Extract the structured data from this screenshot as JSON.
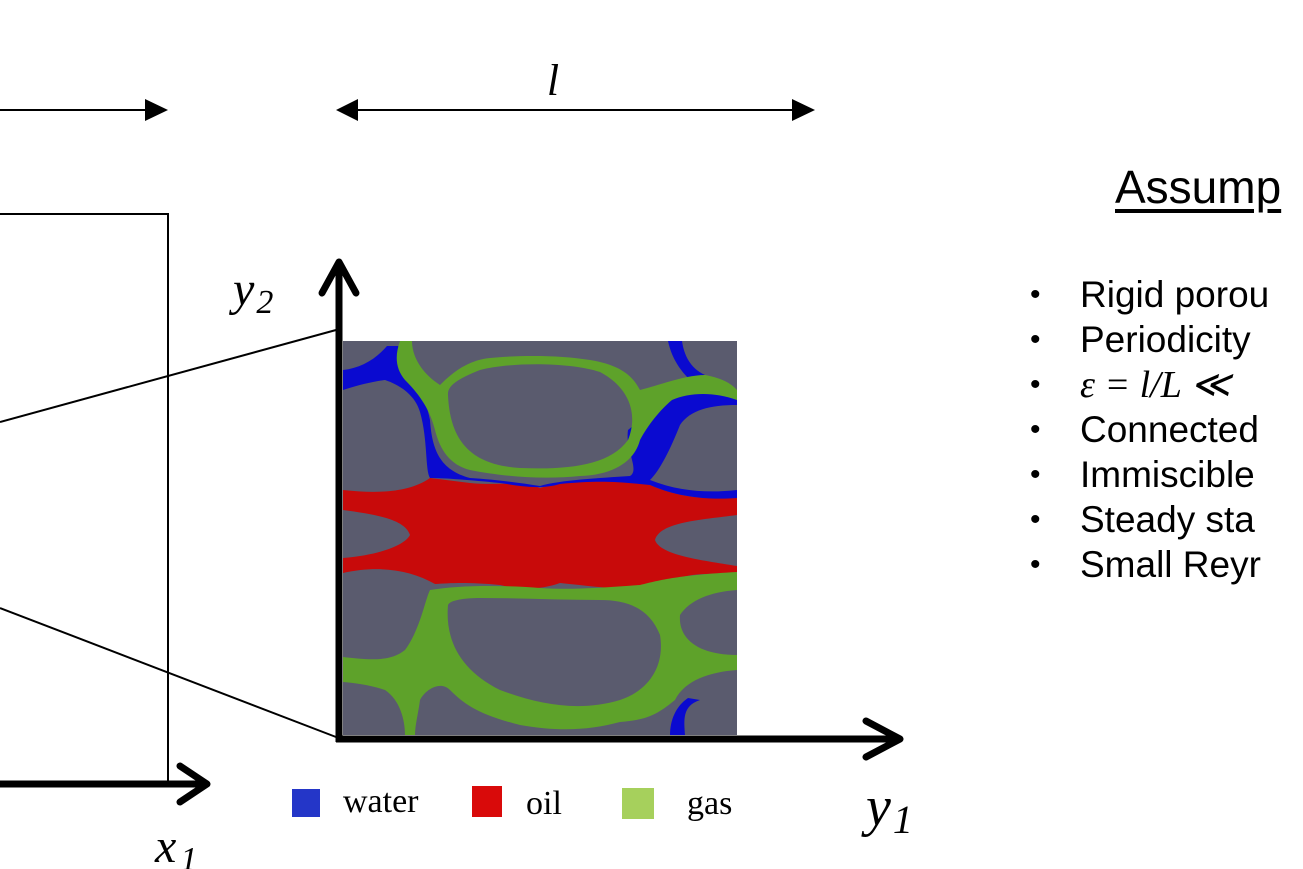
{
  "diagram": {
    "macro_scale": {
      "axis_label_x": "x",
      "axis_label_x_sub": "1"
    },
    "micro_cell": {
      "length_label": "l",
      "axis_label_y2": "y",
      "axis_label_y2_sub": "2",
      "axis_label_y1": "y",
      "axis_label_y1_sub": "1"
    },
    "legend": [
      {
        "label": "water",
        "color": "#2436c8"
      },
      {
        "label": "oil",
        "color": "#d90a0a"
      },
      {
        "label": "gas",
        "color": "#a6d05c"
      }
    ],
    "phase_colors": {
      "solid": "#5a5b6e",
      "water": "#0a0ad0",
      "oil": "#c80a0a",
      "gas": "#5ea22a"
    }
  },
  "assumptions": {
    "title": "Assump",
    "items": [
      {
        "text": "Rigid porou",
        "math": false
      },
      {
        "text": "Periodicity",
        "math": false
      },
      {
        "text": "ε = l/L ≪",
        "math": true
      },
      {
        "text": "Connected",
        "math": false
      },
      {
        "text": "Immiscible",
        "math": false
      },
      {
        "text": "Steady sta",
        "math": false
      },
      {
        "text": "Small Reyr",
        "math": false
      }
    ],
    "bullet": "•"
  }
}
